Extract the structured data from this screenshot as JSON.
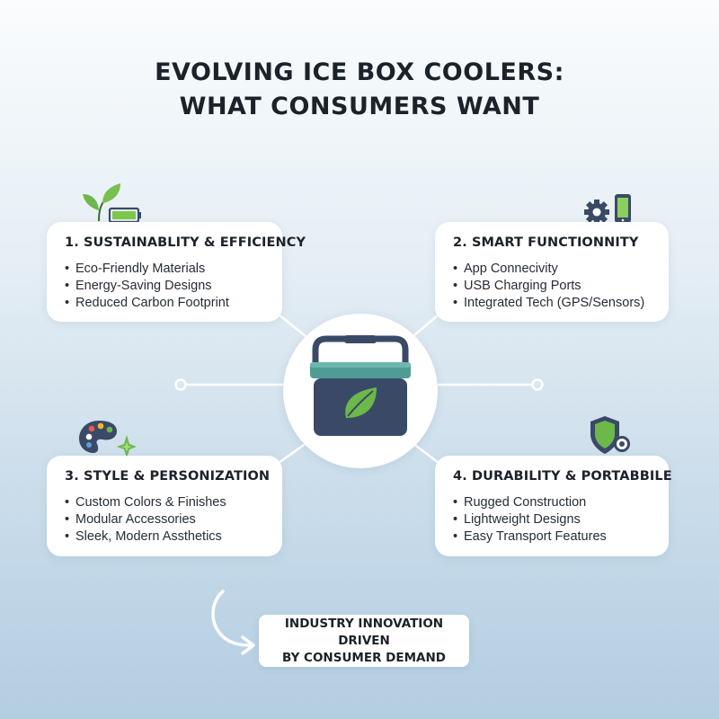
{
  "title": {
    "line1": "EVOLVING ICE BOX COOLERS:",
    "line2": "WHAT CONSUMERS WANT"
  },
  "cards": [
    {
      "heading": "1. SUSTAINABLITY & EFFICIENCY",
      "icon": "leaf-battery-icon",
      "items": [
        "Eco-Friendly Materials",
        "Energy-Saving Designs",
        "Reduced Carbon Footprint"
      ]
    },
    {
      "heading": "2. SMART FUNCTIONNITY",
      "icon": "gear-phone-icon",
      "items": [
        "App Connecivity",
        "USB Charging Ports",
        "Integrated Tech (GPS/Sensors)"
      ]
    },
    {
      "heading": "3. STYLE & PERSONIZATION",
      "icon": "palette-sparkle-icon",
      "items": [
        "Custom Colors & Finishes",
        "Modular Accessories",
        "Sleek, Modern Assthetics"
      ]
    },
    {
      "heading": "4. DURABILITY & PORTABBILE",
      "icon": "shield-gear-icon",
      "items": [
        "Rugged Construction",
        "Lightweight Designs",
        "Easy Transport Features"
      ]
    }
  ],
  "bullet": "•",
  "center": {
    "icon": "cooler-leaf-icon"
  },
  "footer": {
    "line1": "INDUSTRY INNOVATION DRIVEN",
    "line2": "BY CONSUMER DEMAND",
    "icon": "curved-arrow-icon"
  },
  "colors": {
    "green": "#6cb84a",
    "navy": "#3a4a66",
    "teal": "#5aa29a",
    "connector": "#ffffff"
  }
}
